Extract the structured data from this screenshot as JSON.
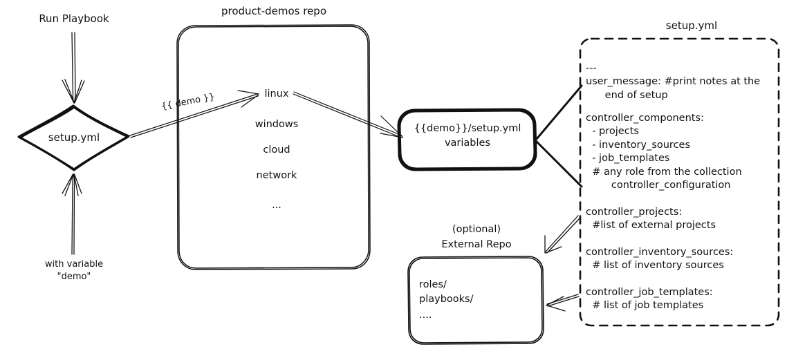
{
  "diagram": {
    "title": "Ansible product-demos setup.yml flow",
    "background": "#ffffff",
    "ink": "#111111"
  },
  "entry": {
    "run_label": "Run Playbook",
    "variable_label_line1": "with variable",
    "variable_label_line2": "\"demo\""
  },
  "setup_node": {
    "label": "setup.yml"
  },
  "repo": {
    "title": "product-demos repo",
    "items": [
      "linux",
      "windows",
      "cloud",
      "network",
      "..."
    ]
  },
  "edges": {
    "demo_var": "{{ demo }}"
  },
  "vars_node": {
    "line1": "{{demo}}/setup.yml",
    "line2": "variables"
  },
  "external_repo": {
    "title_line1": "(optional)",
    "title_line2": "External Repo",
    "items": [
      "roles/",
      "playbooks/",
      "...."
    ]
  },
  "setup_yml_file": {
    "title": "setup.yml",
    "block1": "---\nuser_message: #print notes at the\n      end of setup",
    "block2": "controller_components:\n  - projects\n  - inventory_sources\n  - job_templates\n  # any role from the collection\n        controller_configuration",
    "block3": "controller_projects:\n  #list of external projects",
    "block4": "controller_inventory_sources:\n  # list of inventory sources",
    "block5": "controller_job_templates:\n  # list of job templates"
  }
}
